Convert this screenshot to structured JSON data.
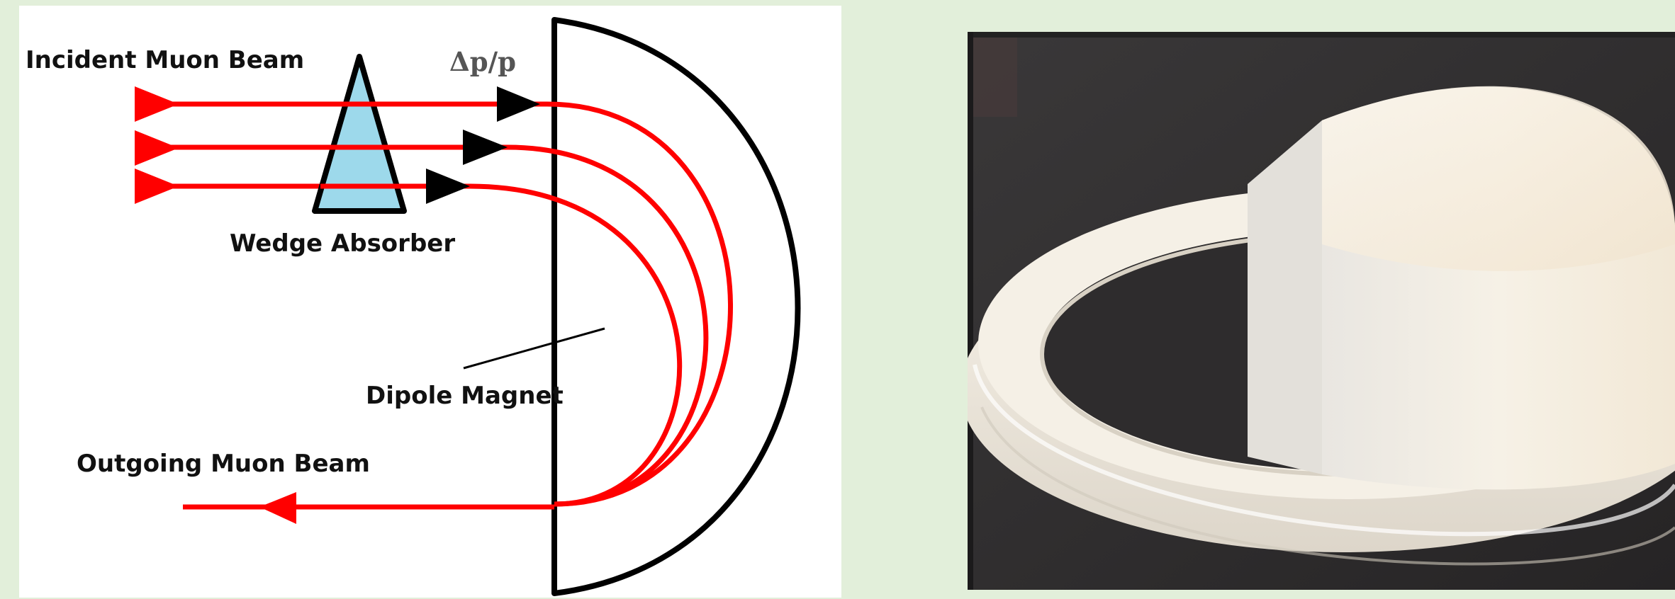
{
  "diagram": {
    "labels": {
      "incident": "Incident Muon Beam",
      "wedge": "Wedge Absorber",
      "dipole": "Dipole Magnet",
      "outgoing": "Outgoing Muon Beam",
      "delta_p": "Δp/p"
    },
    "colors": {
      "beam": "#ff0000",
      "wedge_fill": "#9dd9eb",
      "outline": "#000000",
      "page_background": "#e2efda",
      "panel_background": "#ffffff"
    }
  },
  "photo": {
    "subject": "white plastic wedge absorber disk on dark foam",
    "colors": {
      "foam": "#2f2d2e",
      "plastic": "#f4efe4"
    }
  }
}
